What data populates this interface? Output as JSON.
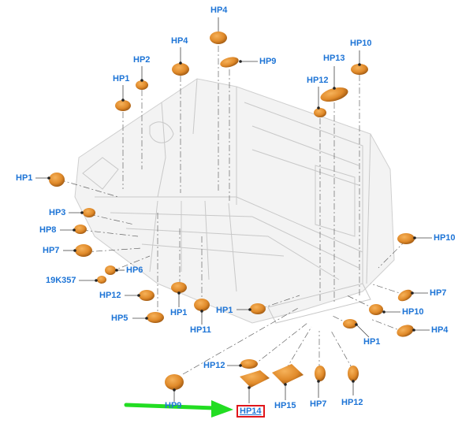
{
  "labels": {
    "hp4_top": "HP4",
    "hp4_left": "HP4",
    "hp9": "HP9",
    "hp2": "HP2",
    "hp1_a": "HP1",
    "hp13": "HP13",
    "hp10_top": "HP10",
    "hp12_a": "HP12",
    "hp1_left": "HP1",
    "hp3": "HP3",
    "hp8": "HP8",
    "hp7_left": "HP7",
    "hp6": "HP6",
    "19k357": "19K357",
    "hp12_b": "HP12",
    "hp5": "HP5",
    "hp1_b": "HP1",
    "hp11": "HP11",
    "hp1_c": "HP1",
    "hp10_right": "HP10",
    "hp7_right": "HP7",
    "hp10_b": "HP10",
    "hp4_right": "HP4",
    "hp1_d": "HP1",
    "hp12_c": "HP12",
    "hp9_bottom": "HP9",
    "hp14": "HP14",
    "hp15": "HP15",
    "hp7_bottom": "HP7",
    "hp12_d": "HP12"
  },
  "colors": {
    "plug_fill": "#e08a2a",
    "plug_dark": "#9a5510",
    "label": "#1d74d6",
    "arrow": "#22dd22",
    "highlight_box": "#e0161b"
  }
}
